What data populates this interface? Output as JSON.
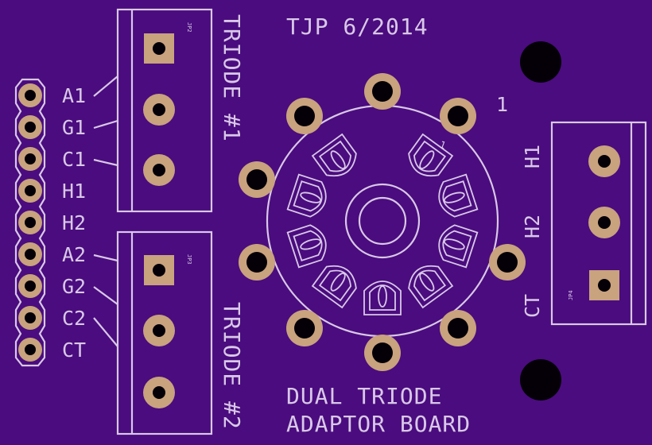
{
  "board": {
    "date_text": "TJP 6/2014",
    "title_line1": "DUAL TRIODE",
    "title_line2": "ADAPTOR BOARD"
  },
  "header_pins": [
    "A1",
    "G1",
    "C1",
    "H1",
    "H2",
    "A2",
    "G2",
    "C2",
    "CT"
  ],
  "jp2": {
    "ref": "JP2",
    "label": "TRIODE #1"
  },
  "jp3": {
    "ref": "JP3",
    "label": "TRIODE #2"
  },
  "jp4": {
    "ref": "JP4",
    "labels": [
      "H1",
      "H2",
      "CT"
    ]
  },
  "socket": {
    "pin1_label": "1",
    "pin1_marker": "1"
  },
  "colors": {
    "board": "#4a0c7e",
    "silkscreen": "#d9c8e8",
    "copper_pad": "#c9a27e",
    "drill_hole": "#050008"
  }
}
